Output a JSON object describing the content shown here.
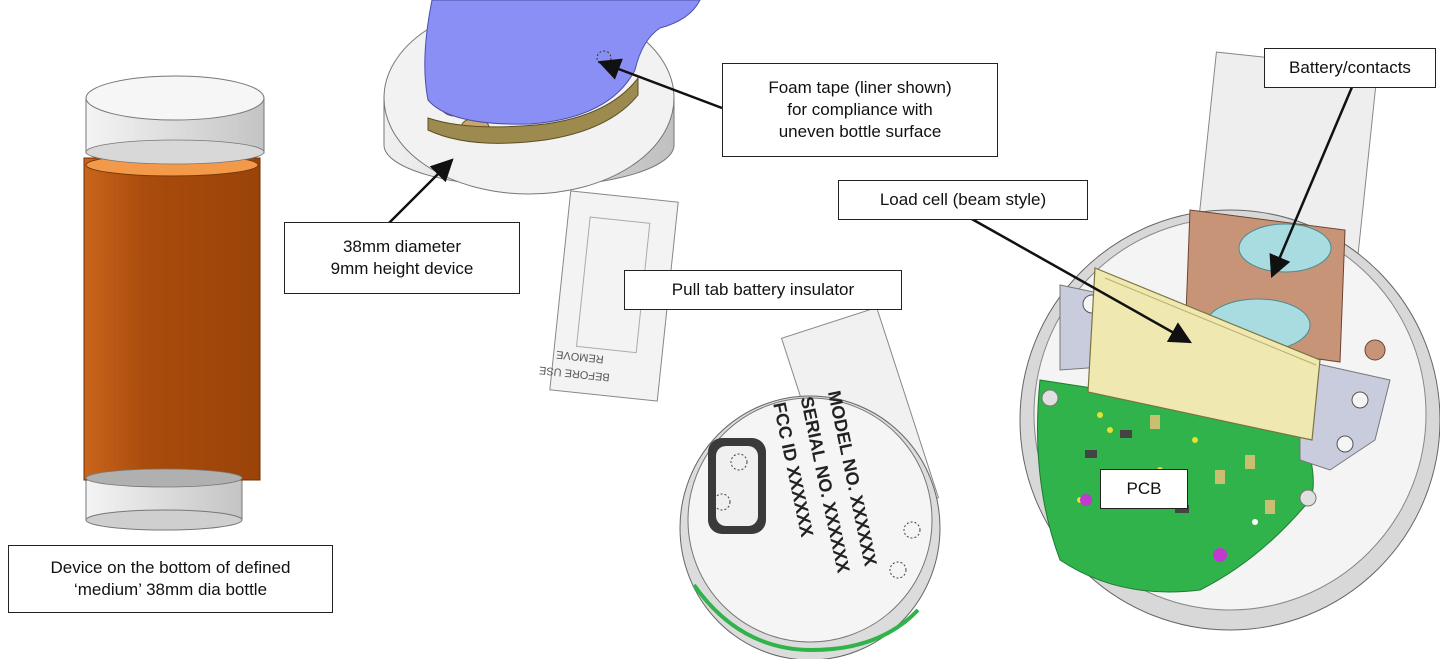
{
  "callouts": {
    "bottle": {
      "line1": "Device on the bottom of defined",
      "line2": "‘medium’ 38mm dia bottle"
    },
    "device_size": {
      "line1": "38mm diameter",
      "line2": "9mm height device"
    },
    "foam_tape": {
      "line1": "Foam tape (liner shown)",
      "line2": "for compliance with",
      "line3": "uneven bottle surface"
    },
    "pull_tab": {
      "text": "Pull tab battery insulator"
    },
    "battery": {
      "text": "Battery/contacts"
    },
    "load_cell": {
      "text": "Load cell (beam style)"
    },
    "pcb": {
      "text": "PCB"
    }
  },
  "engraving": {
    "line1": "MODEL NO. XXXXXX",
    "line2": "SERIAL NO. XXXXXX",
    "line3": "FCC ID XXXXXX"
  },
  "pull_tab_print": {
    "line1": "REMOVE",
    "line2": "BEFORE USE"
  },
  "colors": {
    "bottle_body": "#b8560f",
    "bottle_cap": "#e8e8e8",
    "foam_tape": "#8a8ff5",
    "pcb_green": "#2fb34a",
    "battery_copper": "#c89478",
    "battery_cell": "#a8dce0",
    "load_cell": "#efe8b0"
  }
}
